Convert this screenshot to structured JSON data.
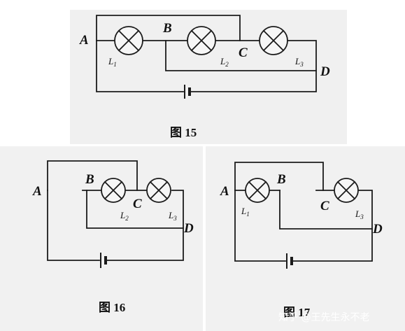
{
  "figures": [
    {
      "caption": "图 15",
      "nodes": {
        "A": "A",
        "B": "B",
        "C": "C",
        "D": "D"
      },
      "lamps": [
        {
          "name": "L",
          "sub": "1"
        },
        {
          "name": "L",
          "sub": "2"
        },
        {
          "name": "L",
          "sub": "3"
        }
      ]
    },
    {
      "caption": "图 16",
      "nodes": {
        "A": "A",
        "B": "B",
        "C": "C",
        "D": "D"
      },
      "lamps": [
        {
          "name": "L",
          "sub": "2"
        },
        {
          "name": "L",
          "sub": "3"
        }
      ]
    },
    {
      "caption": "图 17",
      "nodes": {
        "A": "A",
        "B": "B",
        "C": "C",
        "D": "D"
      },
      "lamps": [
        {
          "name": "L",
          "sub": "1"
        },
        {
          "name": "L",
          "sub": "3"
        }
      ]
    }
  ],
  "watermark": "知乎 @王先生永不老"
}
